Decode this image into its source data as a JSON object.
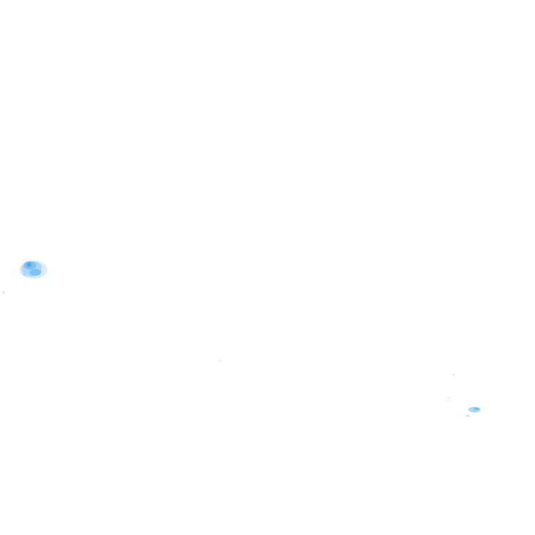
{
  "map": {
    "layer_type": "precipitation-radar-tile",
    "background_color": "#ffffff",
    "palette": {
      "very_light": "#d6ecfb",
      "light": "#aad8f6",
      "medium": "#7ec3f0",
      "strong": "#4aa6e6"
    },
    "echoes": [
      {
        "id": "echo-cluster-west",
        "intensity_levels": [
          "light",
          "medium",
          "strong"
        ]
      },
      {
        "id": "echo-cluster-southeast",
        "intensity_levels": [
          "very_light",
          "light"
        ]
      }
    ],
    "specks_present": true
  }
}
